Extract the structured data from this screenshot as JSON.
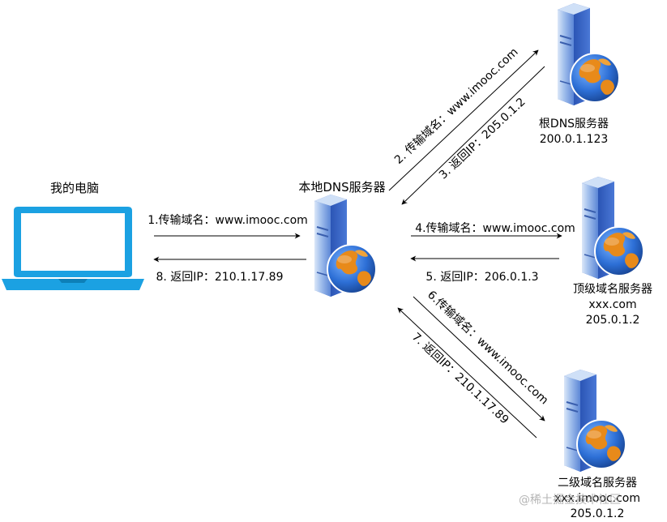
{
  "nodes": {
    "computer": {
      "label": "我的电脑"
    },
    "local_dns": {
      "label": "本地DNS服务器"
    },
    "root_dns": {
      "label": "根DNS服务器",
      "ip": "200.0.1.123"
    },
    "tld_dns": {
      "label": "顶级域名服务器",
      "domain": "xxx.com",
      "ip": "205.0.1.2"
    },
    "second_dns": {
      "label": "二级域名服务器",
      "domain": "xxx.imooc.com",
      "ip": "205.0.1.2"
    }
  },
  "steps": [
    {
      "label": "1.传输域名：www.imooc.com"
    },
    {
      "label": "2. 传输域名：www.imooc.com"
    },
    {
      "label": "3. 返回IP：205.0.1.2"
    },
    {
      "label": "4.传输域名：www.imooc.com"
    },
    {
      "label": "5. 返回IP：206.0.1.3"
    },
    {
      "label": "6.传输域名：www.imooc.com"
    },
    {
      "label": "7. 返回IP：210.1.17.89"
    },
    {
      "label": "8. 返回IP：210.1.17.89"
    }
  ],
  "watermark": "@稀土掘金技术社区",
  "colors": {
    "laptop": "#1ba1e2",
    "arrow": "#000000",
    "server_body": "#3f6fd1",
    "globe_ocean": "#2d6fd6",
    "globe_land": "#e88a1a"
  }
}
